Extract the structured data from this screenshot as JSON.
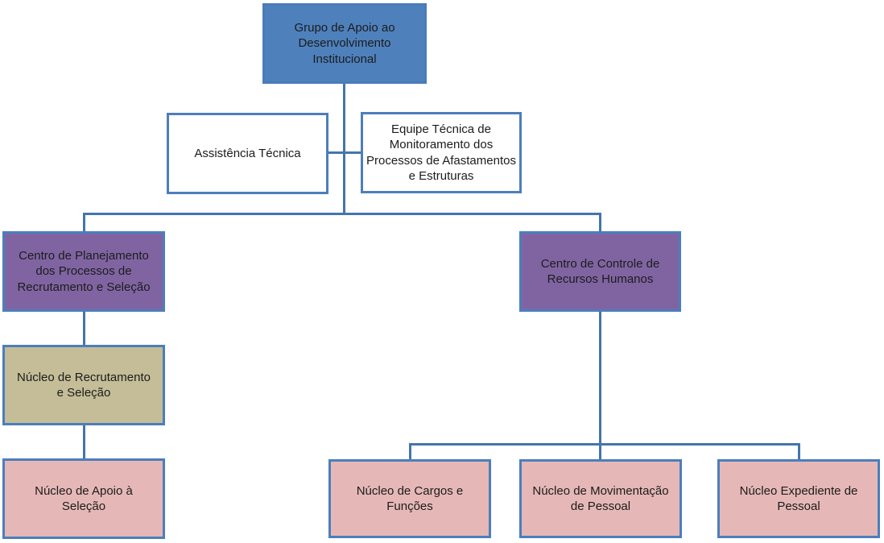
{
  "diagram": {
    "type": "org-chart",
    "colors": {
      "blue": "#4e80bc",
      "purple": "#8064a2",
      "tan": "#c4bd97",
      "pink": "#e5b8b7",
      "white": "#ffffff",
      "border": "#4c7ebc",
      "connector": "#4575ac",
      "text": "#1c1c1c"
    },
    "nodes": {
      "root": {
        "label": "Grupo de Apoio ao Desenvolvimento Institucional",
        "fill": "blue"
      },
      "assistencia": {
        "label": "Assistência Técnica",
        "fill": "white"
      },
      "equipe": {
        "label": "Equipe Técnica de Monitoramento dos Processos de Afastamentos e Estruturas",
        "fill": "white"
      },
      "centro_planejamento": {
        "label": "Centro de Planejamento dos Processos de Recrutamento e Seleção",
        "fill": "purple"
      },
      "centro_controle": {
        "label": "Centro de Controle de Recursos Humanos",
        "fill": "purple"
      },
      "nucleo_recrutamento": {
        "label": "Núcleo de Recrutamento e Seleção",
        "fill": "tan"
      },
      "nucleo_apoio": {
        "label": "Núcleo de Apoio à Seleção",
        "fill": "pink"
      },
      "nucleo_cargos": {
        "label": "Núcleo de Cargos e Funções",
        "fill": "pink"
      },
      "nucleo_movimentacao": {
        "label": "Núcleo de Movimentação de Pessoal",
        "fill": "pink"
      },
      "nucleo_expediente": {
        "label": "Núcleo Expediente de Pessoal",
        "fill": "pink"
      }
    },
    "edges": [
      "root -> assistencia",
      "root -> equipe",
      "root -> centro_planejamento",
      "root -> centro_controle",
      "centro_planejamento -> nucleo_recrutamento",
      "nucleo_recrutamento -> nucleo_apoio",
      "centro_controle -> nucleo_cargos",
      "centro_controle -> nucleo_movimentacao",
      "centro_controle -> nucleo_expediente"
    ]
  }
}
